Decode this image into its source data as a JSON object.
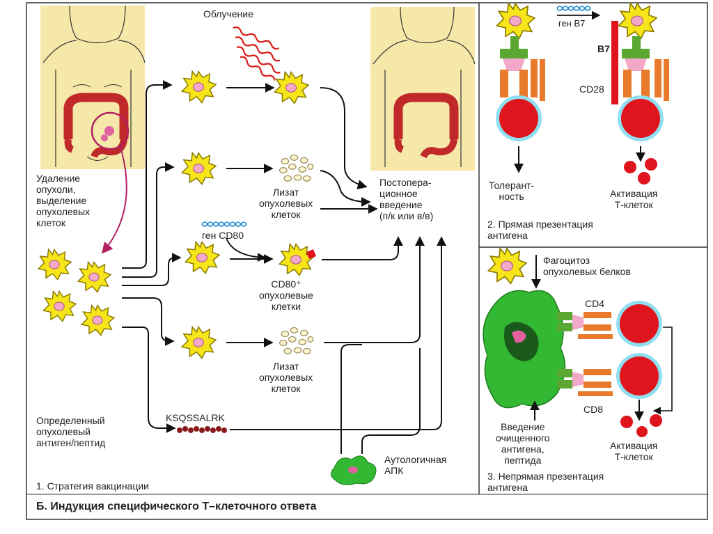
{
  "panel1": {
    "irradiation": "Облучение",
    "removal": "Удаление\nопухоли,\nвыделение\nопухолевых\nклеток",
    "lysate_top": "Лизат\nопухолевых\nклеток",
    "gene_cd80": "ген CD80",
    "cd80_cells": "CD80⁺\nопухолевые\nклетки",
    "lysate_bottom": "Лизат\nопухолевых\nклеток",
    "postop": "Постопера-\nционное\nвведение\n(п/к или в/в)",
    "antigen": "Определенный\nопухолевый\nантиген/пептид",
    "peptide": "KSQSSALRK",
    "apc": "Аутологичная\nАПК",
    "caption": "1. Стратегия вакцинации"
  },
  "panel2": {
    "gene_b7": "ген B7",
    "b7": "B7",
    "cd28": "CD28",
    "tolerance": "Толерант-\nность",
    "activation": "Активация\nТ-клеток",
    "caption": "2. Прямая презентация\nантигена"
  },
  "panel3": {
    "phagocytosis": "Фагоцитоз\nопухолевых белков",
    "cd4": "CD4",
    "cd8": "CD8",
    "intro": "Введение\nочищенного\nантигена,\nпептида",
    "activation": "Активация\nТ-клеток",
    "caption": "3. Непрямая презентация\nантигена"
  },
  "title": "Б. Индукция специфического Т–клеточного ответа",
  "colors": {
    "tumor": "#f5e51a",
    "tumor_outline": "#8a7a00",
    "nucleus": "#f2a8c8",
    "tcell": "#e0141c",
    "tcell_ring": "#8fdff0",
    "apc": "#33b833",
    "apc_dark": "#1e7a1e",
    "intestine": "#c0282a",
    "skin": "#f6e8a8",
    "receptor": "#e87a2a",
    "mhc": "#5aa832",
    "radiation": "#d8201a"
  }
}
